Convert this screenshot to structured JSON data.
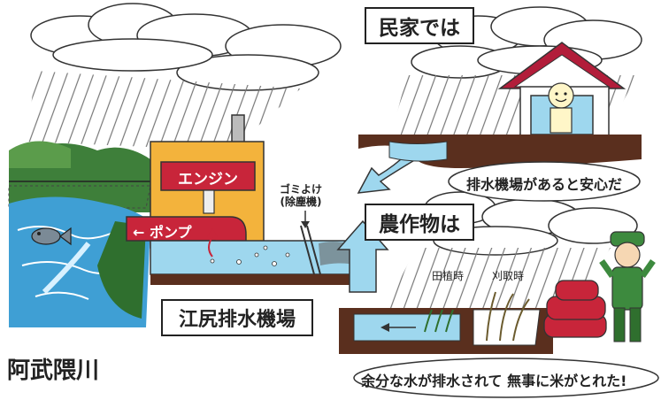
{
  "labels": {
    "minka_heading": "民家では",
    "crops_heading": "農作物は",
    "station_name": "江尻排水機場",
    "river_name": "阿武隈川",
    "engine": "エンジン",
    "pump": "← ポンプ",
    "trash_screen_line1": "ゴミよけ",
    "trash_screen_line2": "(除塵機)",
    "planting_time": "田植時",
    "harvest_time": "刈取時",
    "speech_house": "排水機場があると安心だ",
    "speech_farmer": "余分な水が排水されて 無事に米がとれた!"
  },
  "colors": {
    "engine_red": "#c8253a",
    "building_orange": "#f3b33c",
    "water_blue": "#9ed7ee",
    "river_blue": "#3f9fd4",
    "earth_brown": "#5a2f1e",
    "farmer_green": "#3d8a3e",
    "house_roof": "#b21d3a"
  }
}
